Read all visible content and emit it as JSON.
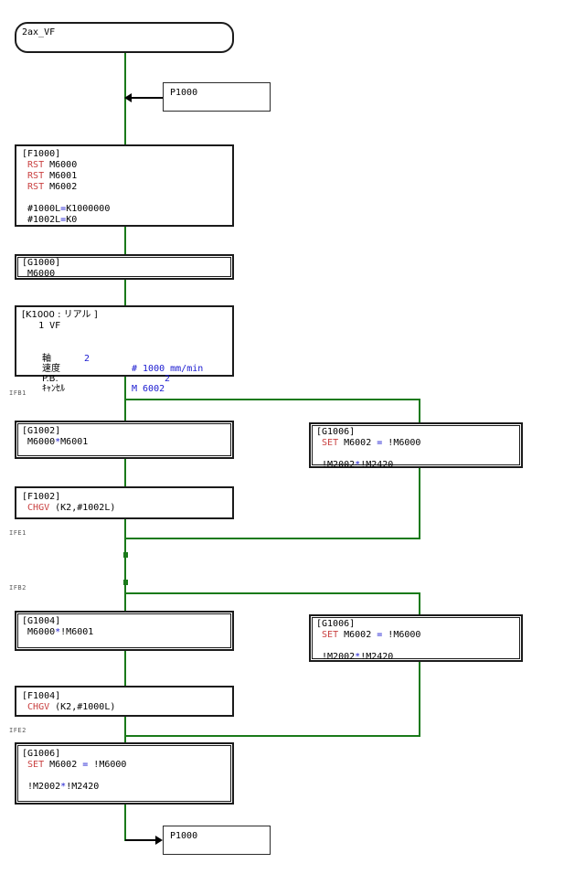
{
  "diagram": {
    "type": "motion-sfc-program",
    "colors": {
      "flow_line": "#1a7a1a",
      "keyword": "#c94040",
      "operator": "#1a1ad0",
      "border": "#1b1b1b",
      "label": "#5a5a5a",
      "background": "#ffffff"
    },
    "start": {
      "label": "2ax_VF"
    },
    "pointers": {
      "entry": "P1000",
      "exit": "P1000"
    },
    "branch_labels": {
      "ifb1": "IFB1",
      "ife1": "IFE1",
      "ifb2": "IFB2",
      "ife2": "IFE2"
    },
    "blocks": [
      {
        "id": "F1000",
        "kind": "program",
        "header": "[F1000]",
        "lines": [
          {
            "keyword": "RST",
            "text": " M6000"
          },
          {
            "keyword": "RST",
            "text": " M6001"
          },
          {
            "keyword": "RST",
            "text": " M6002"
          },
          {
            "keyword": "",
            "text": ""
          },
          {
            "keyword": "",
            "text": "#1000L",
            "op": "=",
            "tail": "K1000000"
          },
          {
            "keyword": "",
            "text": "#1002L",
            "op": "=",
            "tail": "K0"
          }
        ]
      },
      {
        "id": "G1000",
        "kind": "transition",
        "header": "[G1000]",
        "lines": [
          {
            "keyword": "",
            "text": "M6000"
          }
        ]
      },
      {
        "id": "K1000",
        "kind": "servo",
        "header": "[K1000 : リアル ]",
        "sub": "1 VF",
        "params": [
          {
            "name": "軸",
            "value": "2",
            "unit": ""
          },
          {
            "name": "速度",
            "value": "# 1000",
            "unit": " mm/min"
          },
          {
            "name": "P.B.",
            "value": "2",
            "unit": ""
          },
          {
            "name": "ｷｬﾝｾﾙ",
            "value": "M 6002",
            "unit": ""
          }
        ]
      },
      {
        "id": "G1002",
        "kind": "transition",
        "header": "[G1002]",
        "lines": [
          {
            "keyword": "",
            "text": "M6000",
            "op": "*",
            "tail": "M6001"
          }
        ]
      },
      {
        "id": "G1006a",
        "kind": "transition",
        "header": "[G1006]",
        "lines": [
          {
            "keyword": "SET",
            "text": " M6002 ",
            "op": "=",
            "tail": " !M6000"
          },
          {
            "keyword": "",
            "text": ""
          },
          {
            "keyword": "",
            "text": "!M2002",
            "op": "*",
            "tail": "!M2420"
          }
        ]
      },
      {
        "id": "F1002",
        "kind": "program",
        "header": "[F1002]",
        "lines": [
          {
            "keyword": "CHGV",
            "text": " (K2,#1002L)"
          }
        ]
      },
      {
        "id": "G1004",
        "kind": "transition",
        "header": "[G1004]",
        "lines": [
          {
            "keyword": "",
            "text": "M6000",
            "op": "*",
            "tail": "!M6001"
          }
        ]
      },
      {
        "id": "G1006b",
        "kind": "transition",
        "header": "[G1006]",
        "lines": [
          {
            "keyword": "SET",
            "text": " M6002 ",
            "op": "=",
            "tail": " !M6000"
          },
          {
            "keyword": "",
            "text": ""
          },
          {
            "keyword": "",
            "text": "!M2002",
            "op": "*",
            "tail": "!M2420"
          }
        ]
      },
      {
        "id": "F1004",
        "kind": "program",
        "header": "[F1004]",
        "lines": [
          {
            "keyword": "CHGV",
            "text": " (K2,#1000L)"
          }
        ]
      },
      {
        "id": "G1006c",
        "kind": "transition",
        "header": "[G1006]",
        "lines": [
          {
            "keyword": "SET",
            "text": " M6002 ",
            "op": "=",
            "tail": " !M6000"
          },
          {
            "keyword": "",
            "text": ""
          },
          {
            "keyword": "",
            "text": "!M2002",
            "op": "*",
            "tail": "!M2420"
          }
        ]
      }
    ]
  }
}
